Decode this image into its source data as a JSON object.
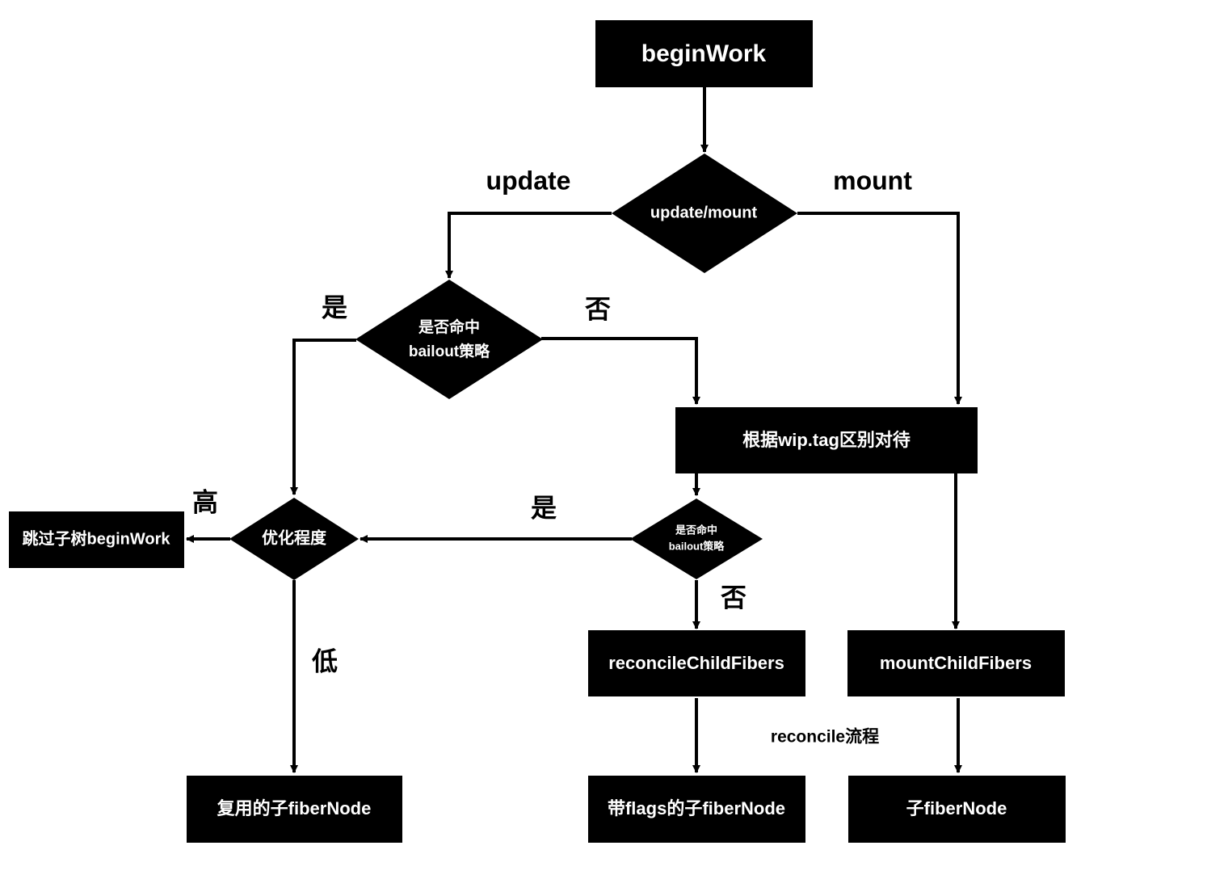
{
  "nodes": {
    "begin_work": "beginWork",
    "update_or_mount": "update/mount",
    "bailout_check_1": [
      "是否命中",
      "bailout策略"
    ],
    "tag_switch": "根据wip.tag区别对待",
    "optimization_level": "优化程度",
    "bailout_check_2": [
      "是否命中",
      "bailout策略"
    ],
    "skip_subtree": "跳过子树beginWork",
    "reconcile_child_fibers": "reconcileChildFibers",
    "mount_child_fibers": "mountChildFibers",
    "reused_child_fiber": "复用的子fiberNode",
    "flagged_child_fiber": "带flags的子fiberNode",
    "child_fiber": "子fiberNode"
  },
  "edge_labels": {
    "update": "update",
    "mount": "mount",
    "yes_1": "是",
    "no_1": "否",
    "high": "高",
    "yes_2": "是",
    "no_2": "否",
    "low": "低",
    "reconcile_process": "reconcile流程"
  },
  "colors": {
    "node_fill": "#000000",
    "node_text": "#ffffff",
    "edge": "#000000",
    "background": "#ffffff"
  }
}
